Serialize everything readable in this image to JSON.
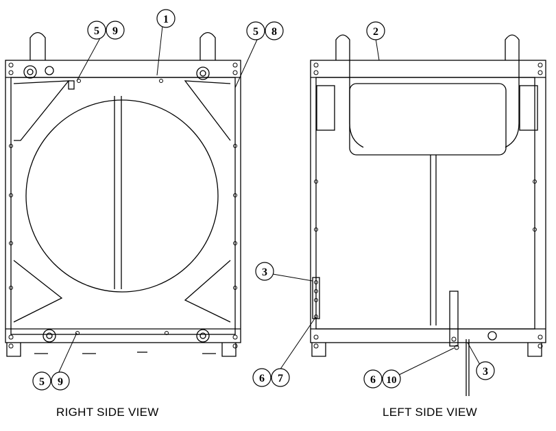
{
  "captions": {
    "right": "RIGHT SIDE VIEW",
    "left": "LEFT SIDE VIEW"
  },
  "callouts": {
    "c1": "1",
    "c2": "2",
    "c3a": "3",
    "c3b": "3",
    "c5a": "5",
    "c9a": "9",
    "c5b": "5",
    "c8b": "8",
    "c5c": "5",
    "c9c": "9",
    "c6a": "6",
    "c7a": "7",
    "c6b": "6",
    "c10b": "10"
  },
  "colors": {
    "line": "#000000",
    "background": "#ffffff"
  }
}
